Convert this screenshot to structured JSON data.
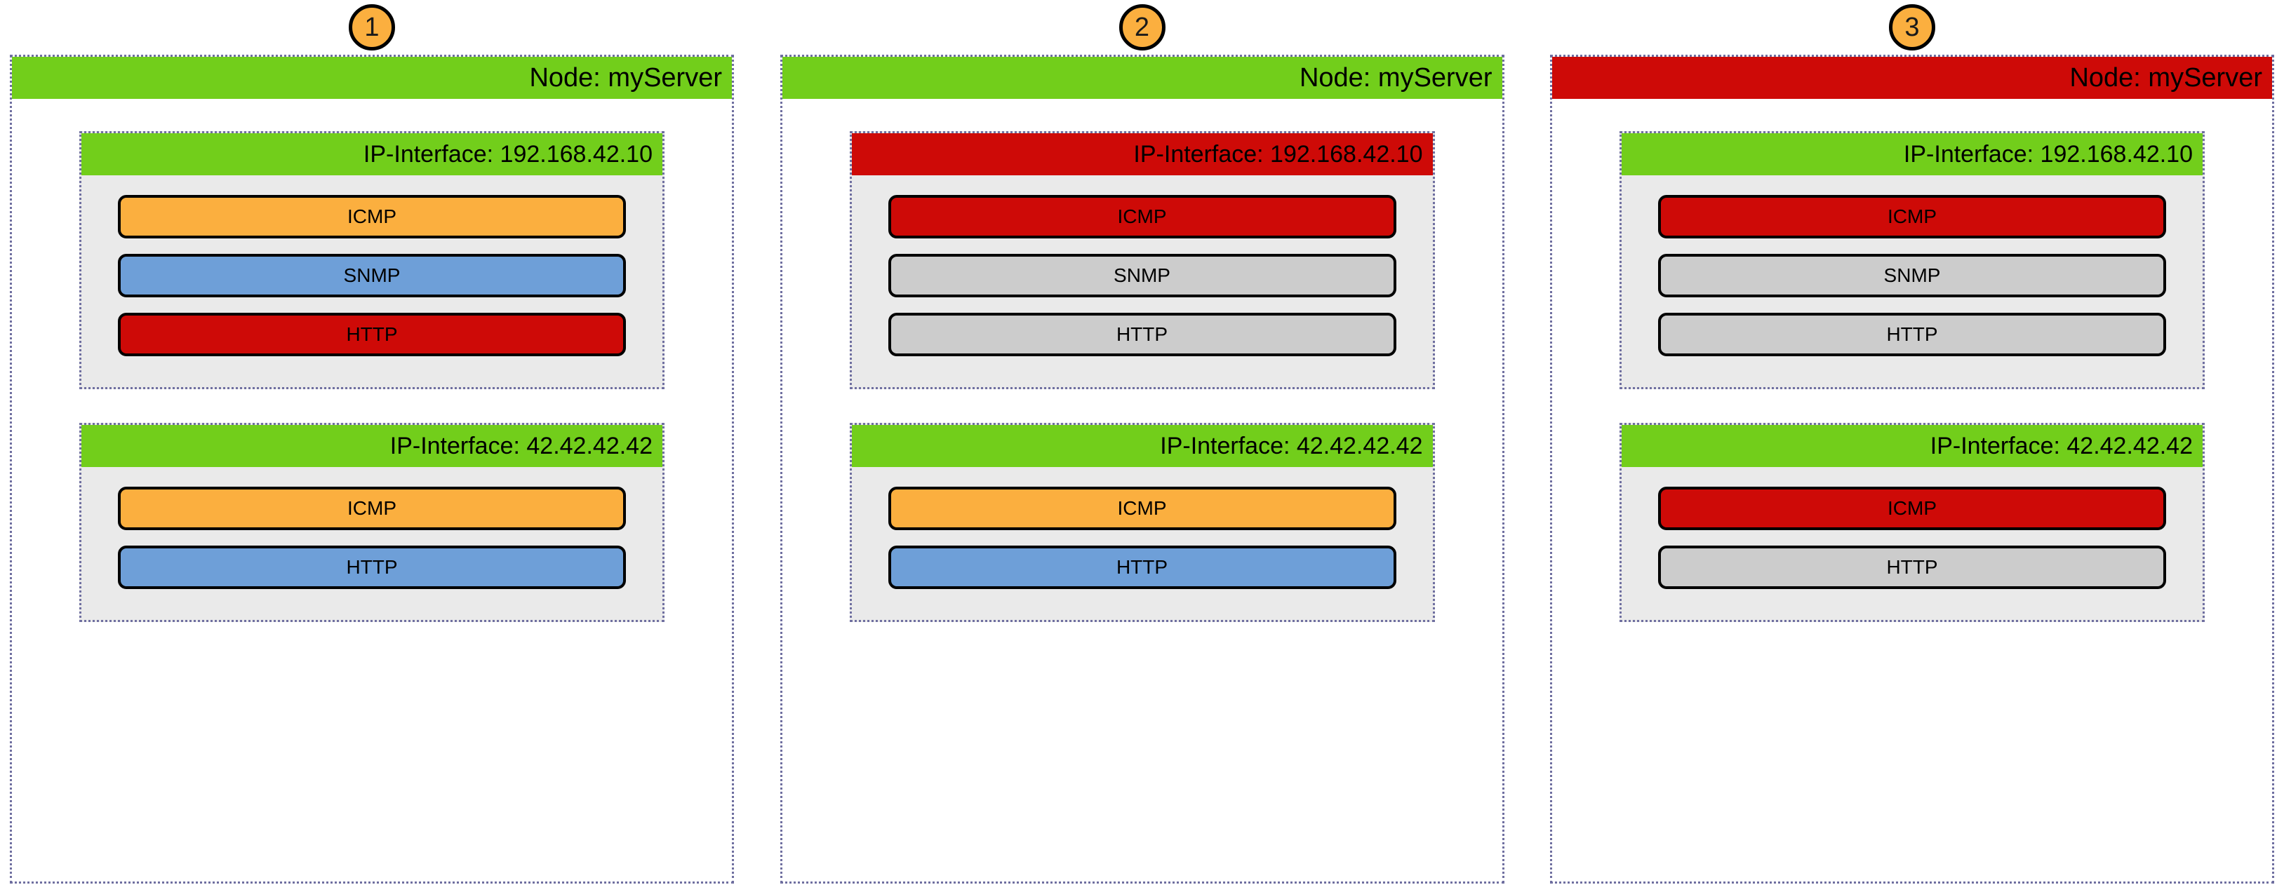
{
  "colors": {
    "up": "#72CE1B",
    "down": "#CE0A07",
    "icmp": "#FBAF3F",
    "service": "#6E9FD8",
    "unknown": "#CCCCCC",
    "badge": "#FBAF3F",
    "border_dotted": "#6F6FA0",
    "iface_body": "#EAEAEA"
  },
  "scenarios": [
    {
      "badge": "1",
      "node": {
        "label": "Node: myServer",
        "state": "up",
        "interfaces": [
          {
            "label": "IP-Interface: 192.168.42.10",
            "state": "up",
            "services": [
              {
                "label": "ICMP",
                "state": "icmp"
              },
              {
                "label": "SNMP",
                "state": "service"
              },
              {
                "label": "HTTP",
                "state": "down"
              }
            ]
          },
          {
            "label": "IP-Interface: 42.42.42.42",
            "state": "up",
            "services": [
              {
                "label": "ICMP",
                "state": "icmp"
              },
              {
                "label": "HTTP",
                "state": "service"
              }
            ]
          }
        ]
      }
    },
    {
      "badge": "2",
      "node": {
        "label": "Node: myServer",
        "state": "up",
        "interfaces": [
          {
            "label": "IP-Interface: 192.168.42.10",
            "state": "down",
            "services": [
              {
                "label": "ICMP",
                "state": "down"
              },
              {
                "label": "SNMP",
                "state": "unknown"
              },
              {
                "label": "HTTP",
                "state": "unknown"
              }
            ]
          },
          {
            "label": "IP-Interface: 42.42.42.42",
            "state": "up",
            "services": [
              {
                "label": "ICMP",
                "state": "icmp"
              },
              {
                "label": "HTTP",
                "state": "service"
              }
            ]
          }
        ]
      }
    },
    {
      "badge": "3",
      "node": {
        "label": "Node: myServer",
        "state": "down",
        "interfaces": [
          {
            "label": "IP-Interface: 192.168.42.10",
            "state": "up",
            "services": [
              {
                "label": "ICMP",
                "state": "down"
              },
              {
                "label": "SNMP",
                "state": "unknown"
              },
              {
                "label": "HTTP",
                "state": "unknown"
              }
            ]
          },
          {
            "label": "IP-Interface: 42.42.42.42",
            "state": "up",
            "services": [
              {
                "label": "ICMP",
                "state": "down"
              },
              {
                "label": "HTTP",
                "state": "unknown"
              }
            ]
          }
        ]
      }
    }
  ]
}
